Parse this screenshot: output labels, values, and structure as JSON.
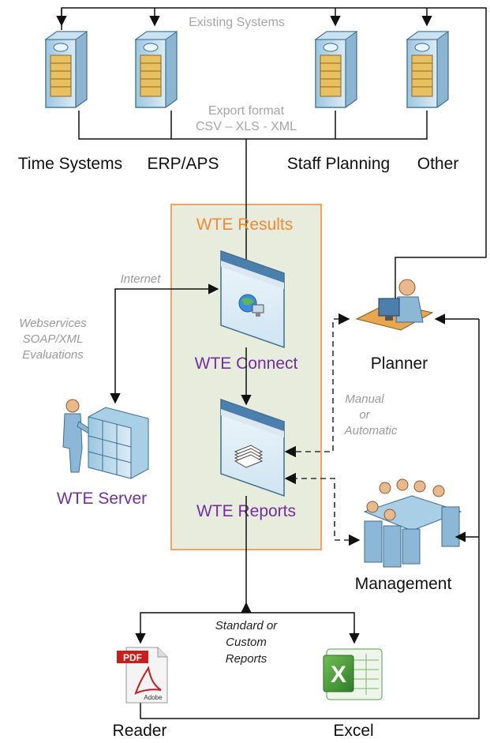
{
  "existing_systems": {
    "title": "Existing Systems",
    "export_format_line1": "Export format",
    "export_format_line2": "CSV – XLS - XML",
    "systems": [
      "Time Systems",
      "ERP/APS",
      "Staff Planning",
      "Other"
    ]
  },
  "results_box": {
    "title": "WTE Results",
    "connect_label": "WTE Connect",
    "reports_label": "WTE Reports"
  },
  "server": {
    "label": "WTE Server",
    "internet_label": "Internet",
    "webservices_line1": "Webservices",
    "webservices_line2": "SOAP/XML",
    "webservices_line3": "Evaluations"
  },
  "actors": {
    "planner": "Planner",
    "management": "Management",
    "manual_line1": "Manual",
    "manual_line2": "or",
    "manual_line3": "Automatic"
  },
  "outputs": {
    "reports_line1": "Standard or",
    "reports_line2": "Custom",
    "reports_line3": "Reports",
    "reader": "Reader",
    "excel": "Excel",
    "pdf_badge": "PDF",
    "adobe_text": "Adobe",
    "excel_badge": "X"
  },
  "colors": {
    "results_fill": "#e8ecdc",
    "results_border": "#f4a460",
    "accent_purple": "#7030a0",
    "accent_orange": "#f08a30",
    "server_blue": "#b8d8ec",
    "server_gold": "#e8c060"
  }
}
